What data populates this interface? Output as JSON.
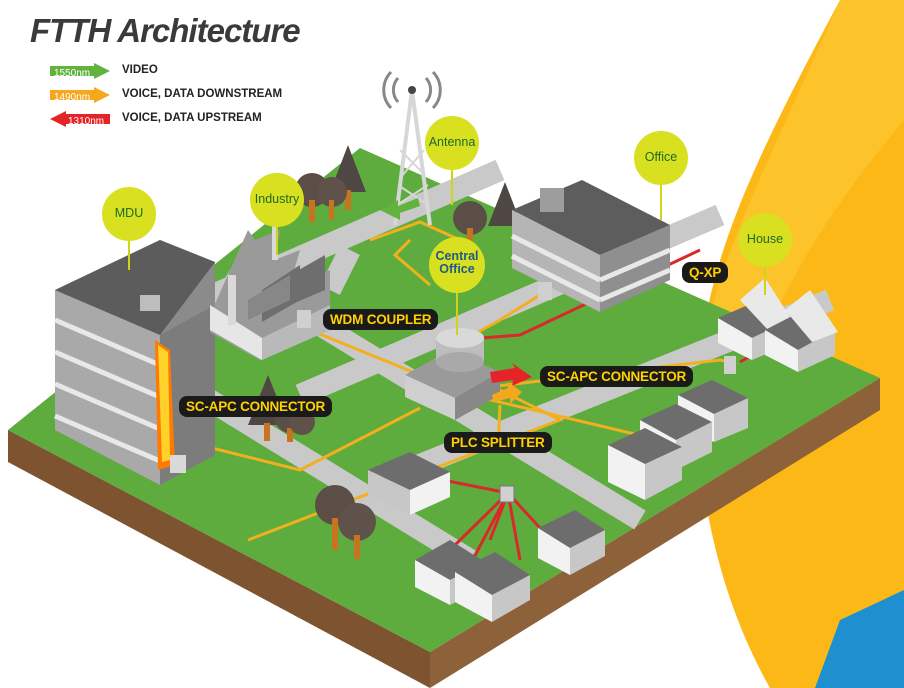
{
  "title": "FTTH Architecture",
  "legend": [
    {
      "wavelength": "1550nm",
      "label": "VIDEO",
      "color": "#62b33e",
      "direction": "right"
    },
    {
      "wavelength": "1490nm",
      "label": "VOICE, DATA DOWNSTREAM",
      "color": "#f5a81c",
      "direction": "right"
    },
    {
      "wavelength": "1310nm",
      "label": "VOICE, DATA UPSTREAM",
      "color": "#e52429",
      "direction": "left"
    }
  ],
  "pins": {
    "antenna": "Antenna",
    "office": "Office",
    "mdu": "MDU",
    "industry": "Industry",
    "central_office": "Central Office",
    "house": "House"
  },
  "tags": {
    "q_xp": "Q-XP",
    "wdm_coupler": "WDM COUPLER",
    "sc_apc_connector_right": "SC-APC CONNECTOR",
    "sc_apc_connector_left": "SC-APC CONNECTOR",
    "plc_splitter": "PLC SPLITTER"
  },
  "colors": {
    "ground": "#5fac3e",
    "soil": "#7a5430",
    "road": "#c9c9c9",
    "fiber": "#f2b01e",
    "drop": "#d8292b",
    "pin": "#d8e020",
    "background_swoosh": "#fbb817",
    "corner_accent": "#1e8fcf"
  }
}
